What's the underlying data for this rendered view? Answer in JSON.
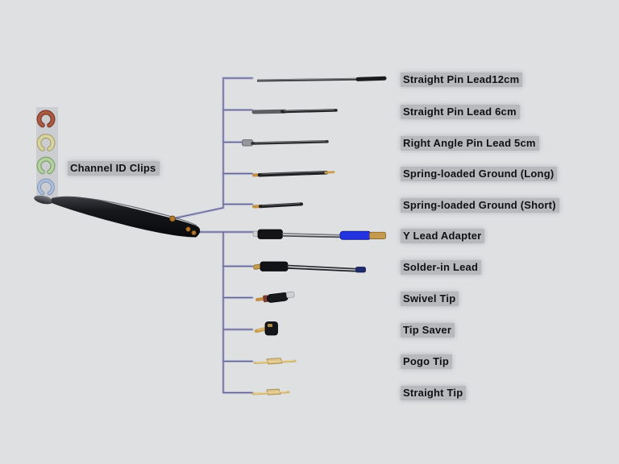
{
  "clips": {
    "label": "Channel ID Clips",
    "items": [
      {
        "name": "red-clip",
        "color": "#aa5a44"
      },
      {
        "name": "yellow-clip",
        "color": "#d9d5a2"
      },
      {
        "name": "green-clip",
        "color": "#b5d2a0"
      },
      {
        "name": "blue-clip",
        "color": "#a9bedd"
      }
    ]
  },
  "accessories": [
    {
      "label": "Straight Pin Lead12cm",
      "icon": "straight-pin-lead-12cm-image"
    },
    {
      "label": "Straight Pin Lead 6cm",
      "icon": "straight-pin-lead-6cm-image"
    },
    {
      "label": "Right Angle Pin Lead 5cm",
      "icon": "right-angle-pin-lead-5cm-image"
    },
    {
      "label": "Spring-loaded Ground (Long)",
      "icon": "spring-loaded-ground-long-image"
    },
    {
      "label": "Spring-loaded Ground (Short)",
      "icon": "spring-loaded-ground-short-image"
    },
    {
      "label": "Y Lead Adapter",
      "icon": "y-lead-adapter-image"
    },
    {
      "label": "Solder-in Lead",
      "icon": "solder-in-lead-image"
    },
    {
      "label": "Swivel Tip",
      "icon": "swivel-tip-image"
    },
    {
      "label": "Tip Saver",
      "icon": "tip-saver-image"
    },
    {
      "label": "Pogo Tip",
      "icon": "pogo-tip-image"
    },
    {
      "label": "Straight Tip",
      "icon": "straight-tip-image"
    }
  ],
  "colors": {
    "background": "#dfe0e2",
    "connector_line": "#8aa3d0",
    "label_highlight": "#85888c",
    "y_lead_sleeve_blue": "#2433e0",
    "gold_contact": "#c49a4e"
  }
}
